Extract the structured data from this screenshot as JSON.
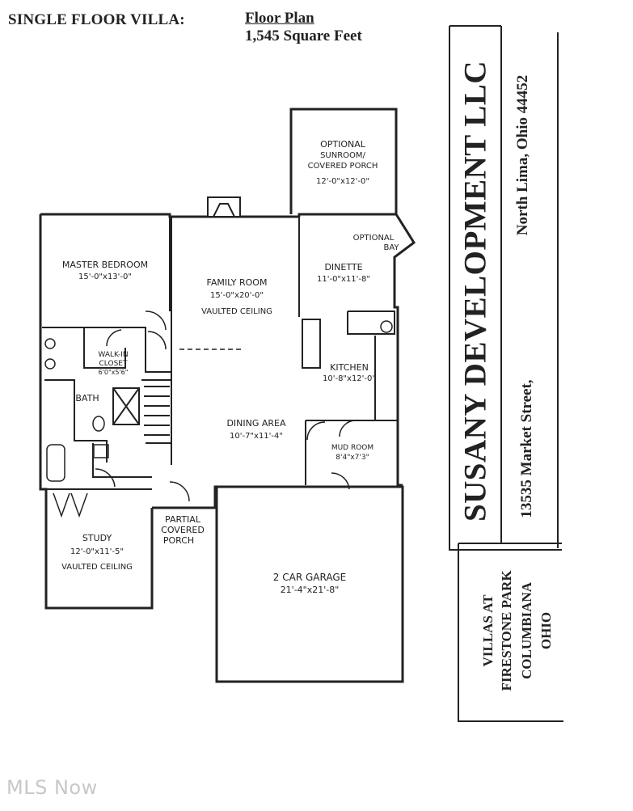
{
  "header": {
    "left_title": "SINGLE FLOOR VILLA:",
    "plan_title": "Floor Plan",
    "square_feet": "1,545 Square Feet"
  },
  "rooms": {
    "sunroom_1": "OPTIONAL",
    "sunroom_2": "SUNROOM/",
    "sunroom_3": "COVERED PORCH",
    "sunroom_dim": "12'-0\"x12'-0\"",
    "bay_1": "OPTIONAL",
    "bay_2": "BAY",
    "master_name": "MASTER BEDROOM",
    "master_dim": "15'-0\"x13'-0\"",
    "family_name": "FAMILY ROOM",
    "family_dim": "15'-0\"x20'-0\"",
    "family_note": "VAULTED CEILING",
    "dinette_name": "DINETTE",
    "dinette_dim": "11'-0\"x11'-8\"",
    "closet_1": "WALK-IN",
    "closet_2": "CLOSET",
    "closet_dim": "6'0\"x5'6\"",
    "kitchen_name": "KITCHEN",
    "kitchen_dim": "10'-8\"x12'-0\"",
    "bath_name": "BATH",
    "dining_name": "DINING AREA",
    "dining_dim": "10'-7\"x11'-4\"",
    "mud_name": "MUD ROOM",
    "mud_dim": "8'4\"x7'3\"",
    "partial_1": "PARTIAL",
    "partial_2": "COVERED",
    "partial_3": "PORCH",
    "study_name": "STUDY",
    "study_dim": "12'-0\"x11'-5\"",
    "study_note": "VAULTED CEILING",
    "garage_name": "2 CAR GARAGE",
    "garage_dim": "21'-4\"x21'-8\""
  },
  "side_panel": {
    "company": "SUSANY DEVELOPMENT LLC",
    "address_city": "North Lima, Ohio   44452",
    "address_street": "13535 Market Street,",
    "project_1": "VILLAS AT",
    "project_2": "FIRESTONE PARK",
    "project_3": "COLUMBIANA",
    "project_4": "OHIO"
  },
  "watermark": "MLS Now"
}
